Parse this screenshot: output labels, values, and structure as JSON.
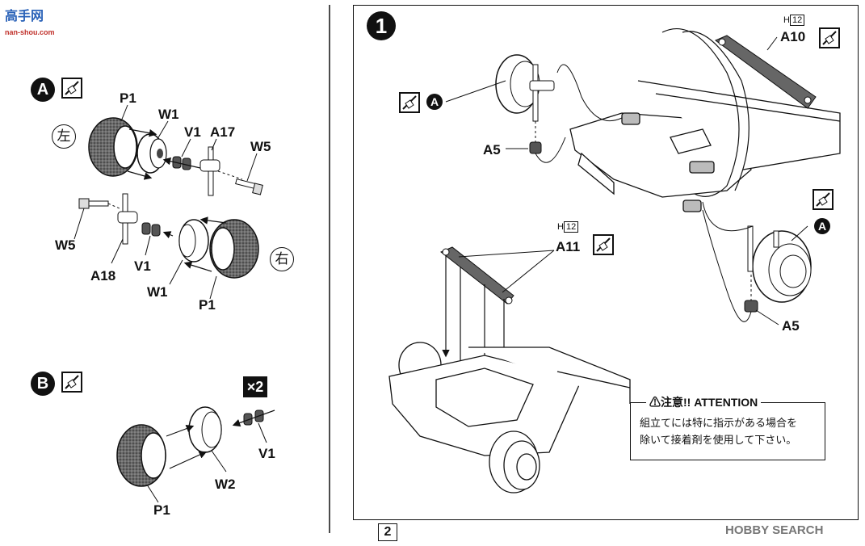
{
  "header": {
    "logo_text": "高手网",
    "logo_url": "nan-shou.com"
  },
  "left": {
    "sectionA": {
      "letter": "A",
      "left_mark": "左",
      "right_mark": "右",
      "labels": {
        "p1": "P1",
        "w1": "W1",
        "v1": "V1",
        "a17": "A17",
        "w5": "W5",
        "w5b": "W5",
        "a18": "A18",
        "v1b": "V1",
        "w1b": "W1",
        "p1b": "P1"
      }
    },
    "sectionB": {
      "letter": "B",
      "multiplier": "×2",
      "labels": {
        "v1": "V1",
        "w2": "W2",
        "p1": "P1"
      }
    }
  },
  "step1": {
    "number": "1",
    "labels": {
      "a5_left": "A5",
      "a5_right": "A5",
      "a10": "A10",
      "a11": "A11",
      "h12_a10": "H",
      "h12_a10_num": "12",
      "h12_a11": "H",
      "h12_a11_num": "12",
      "refA_left": "A",
      "refA_right": "A"
    },
    "attention": {
      "title": "⚠注意!! ATTENTION",
      "line1": "組立てには特に指示がある場合を",
      "line2": "除いて接着剤を使用して下さい。"
    }
  },
  "footer": {
    "page_number": "2",
    "watermark": "HOBBY SEARCH"
  }
}
